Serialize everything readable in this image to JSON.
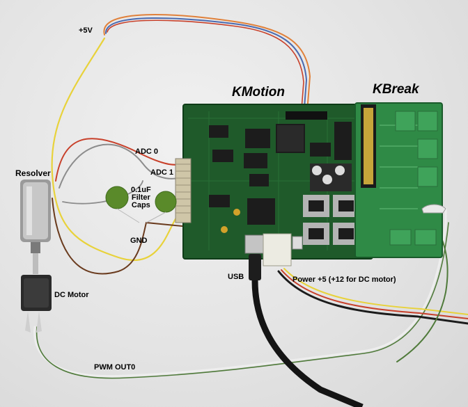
{
  "labels": {
    "plus5v": "+5V",
    "kmotion": "KMotion",
    "kbreak": "KBreak",
    "adc0": "ADC 0",
    "adc1": "ADC 1",
    "resolver": "Resolver",
    "filter_caps": [
      "0.1uF",
      "Filter",
      "Caps"
    ],
    "gnd": "GND",
    "usb": "USB",
    "power": "Power +5  (+12 for DC motor)",
    "dc_motor": "DC Motor",
    "pwm_out": "PWM OUT0"
  },
  "colors": {
    "background": "#e4e4e4",
    "pcb_green": "#1f5a2a",
    "kbreak_green": "#2f8a46",
    "chip_black": "#1c1c1c",
    "wire_yellow": "#e8d23a",
    "wire_red": "#c8402a",
    "wire_brown": "#6a3b1e",
    "wire_gray": "#8c8c8c",
    "wire_orange": "#e0803a",
    "wire_blue": "#4a6ab0",
    "usb_cable": "#141414",
    "motor_metal": "#9a9a9a",
    "cap_green": "#5a8a2a"
  },
  "objects": [
    "kmotion-board",
    "kbreak-board",
    "resolver",
    "dc-motor",
    "filter-capacitors",
    "usb-cable",
    "power-connector",
    "wires"
  ]
}
